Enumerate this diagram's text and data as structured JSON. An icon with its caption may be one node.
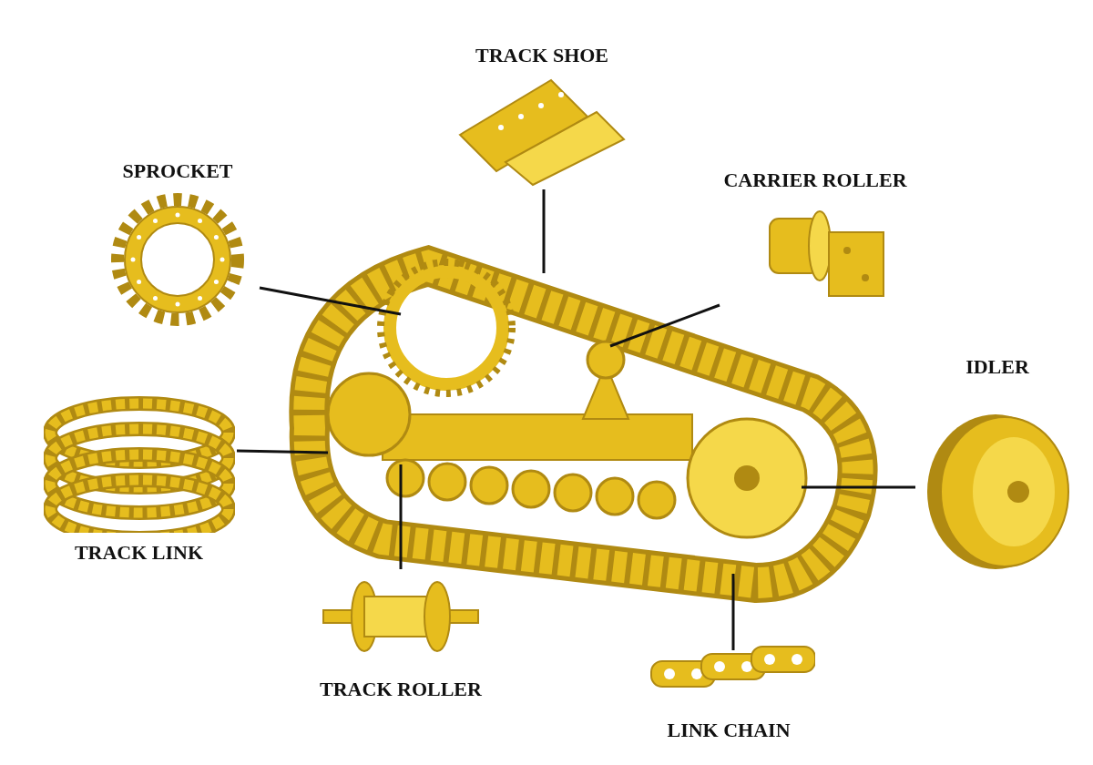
{
  "diagram": {
    "nodes": [
      {
        "text": [
          "TRACK SHOE"
        ]
      },
      {
        "text": [
          "SPROCKET"
        ]
      },
      {
        "text": [
          "CARRIER ROLLER"
        ]
      },
      {
        "text": [
          "IDLER"
        ]
      },
      {
        "text": [
          "TRACK LINK"
        ]
      },
      {
        "text": [
          "TRACK ROLLER"
        ]
      },
      {
        "text": [
          "LINK CHAIN"
        ]
      }
    ],
    "edges": [
      {
        "from": 0,
        "to": null,
        "arrow": "none"
      },
      {
        "from": 1,
        "to": null,
        "arrow": "none"
      },
      {
        "from": 2,
        "to": null,
        "arrow": "none"
      },
      {
        "from": 3,
        "to": null,
        "arrow": "none"
      },
      {
        "from": 4,
        "to": null,
        "arrow": "none"
      },
      {
        "from": 5,
        "to": null,
        "arrow": "none"
      },
      {
        "from": 6,
        "to": null,
        "arrow": "none"
      }
    ]
  }
}
